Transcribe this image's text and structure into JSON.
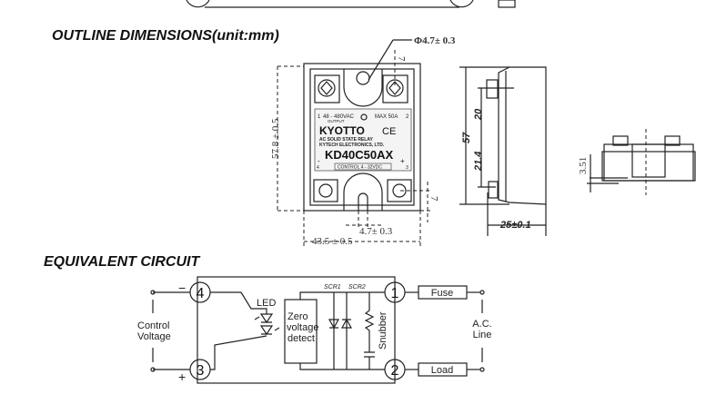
{
  "headings": {
    "outline": "OUTLINE DIMENSIONS(unit:mm)",
    "circuit": "EQUIVALENT  CIRCUIT"
  },
  "front_view": {
    "hole_dim": "Φ4.7± 0.3",
    "height_dim": "57.8 ± 0.5",
    "width_dim": "43.5 ± 0.5",
    "slot_dim": "4.7± 0.3",
    "top_offset": "7",
    "bottom_offset": "7",
    "label": {
      "voltage": "48 - 480VAC",
      "output": "OUTPUT",
      "max": "MAX 50A",
      "brand": "KYOTTO",
      "ce": "CE",
      "line1": "AC SOLID STATE RELAY",
      "line2": "KYTECH ELECTRONICS, LTD.",
      "model": "KD40C50AX",
      "control": "CONTROL 4 - 32VDC",
      "t1": "1",
      "t2": "2",
      "t3": "3",
      "t4": "4",
      "minus": "-",
      "plus": "+"
    }
  },
  "side_view": {
    "dim_20": "20",
    "dim_57": "57",
    "dim_21_4": "21.4",
    "dim_25": "25±0.1"
  },
  "end_view": {
    "dim_3_51": "3.51"
  },
  "circuit": {
    "terminals": {
      "t4": "4",
      "t3": "3",
      "t1": "1",
      "t2": "2"
    },
    "minus": "−",
    "plus": "+",
    "control_voltage": [
      "Control",
      "Voltage"
    ],
    "led": "LED",
    "zero_detect": [
      "Zero",
      "voltage",
      "detect"
    ],
    "scr1": "SCR1",
    "scr2": "SCR2",
    "snubber": "Snubber",
    "fuse": "Fuse",
    "load": "Load",
    "ac_line": [
      "A.C.",
      "Line"
    ]
  }
}
